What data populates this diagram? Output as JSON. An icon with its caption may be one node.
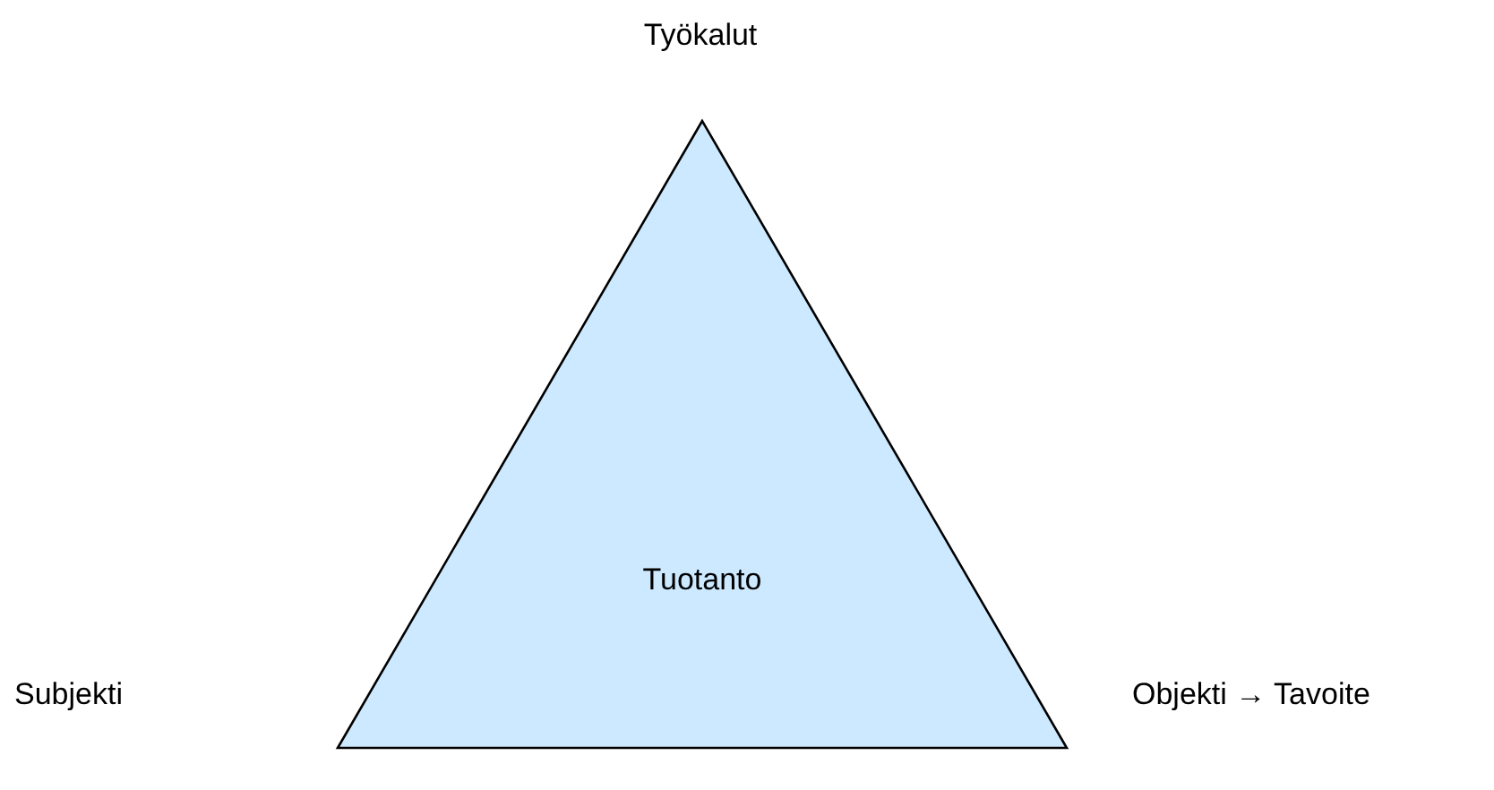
{
  "diagram": {
    "nodes": [
      {
        "text": [
          "Tuotanto"
        ]
      }
    ],
    "labels": [
      "Työkalut",
      "Subjekti",
      "Objekti → Tavoite"
    ]
  }
}
